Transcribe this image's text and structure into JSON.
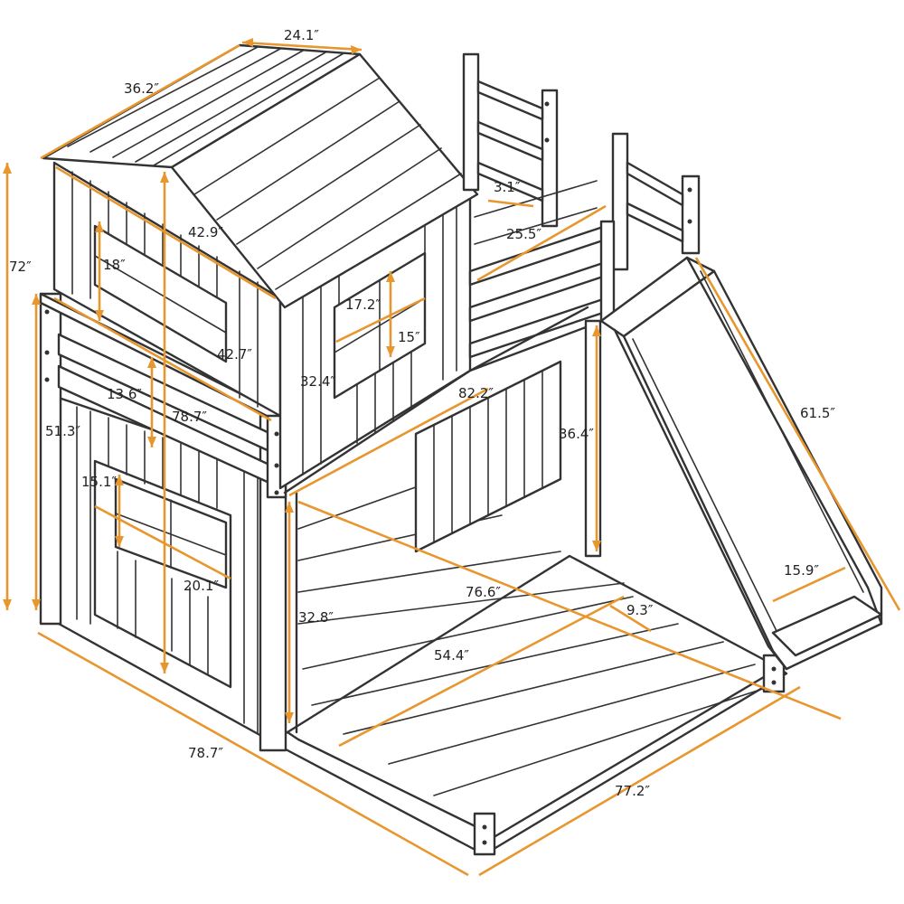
{
  "colors": {
    "dimension": "#e8962e",
    "line": "#333333",
    "background": "#ffffff"
  },
  "dimensions": {
    "roof_width": "24.1″",
    "roof_depth": "36.2″",
    "total_height": "72″",
    "roof_diagonal": "42.9″",
    "window_height": "18″",
    "house_window_width": "17.2″",
    "house_window_height": "15″",
    "upper_guard_length": "42.7″",
    "house_height": "32.4″",
    "guard_height": "13.6″",
    "upper_length": "78.7″",
    "lower_window_height": "15.1″",
    "lower_window_width": "20.1″",
    "post_height": "51.3″",
    "bottom_length": "78.7″",
    "bottom_width": "77.2″",
    "lower_clearance": "32.8″",
    "lower_mattress_length": "76.6″",
    "lower_mattress_width": "54.4″",
    "slat_gap": "9.3″",
    "step_gap": "3.1″",
    "ladder_width": "25.5″",
    "upper_side_length": "82.2″",
    "slide_clearance": "36.4″",
    "slide_length": "61.5″",
    "slide_width": "15.9″"
  }
}
